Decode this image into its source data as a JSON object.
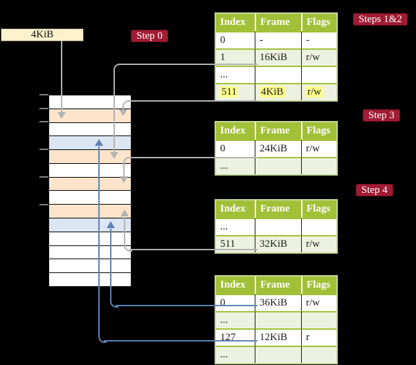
{
  "frame_box": {
    "label": "4KiB"
  },
  "badges": {
    "step0": "Step 0",
    "steps12": "Steps 1&2",
    "step3": "Step 3",
    "step4": "Step 4"
  },
  "memory": {
    "row_colors": [
      "white",
      "peach",
      "white",
      "blue",
      "peach",
      "white",
      "peach",
      "white",
      "peach",
      "blue",
      "white",
      "white",
      "white",
      "white"
    ]
  },
  "tables": [
    {
      "id": "table-steps-1-2",
      "headers": [
        "Index",
        "Frame",
        "Flags"
      ],
      "rows": [
        {
          "cells": [
            "0",
            "-",
            "-"
          ]
        },
        {
          "cells": [
            "1",
            "16KiB",
            "r/w"
          ]
        },
        {
          "cells": [
            "...",
            "",
            ""
          ]
        },
        {
          "cells": [
            "511",
            "4KiB",
            "r/w"
          ],
          "highlight": true
        }
      ]
    },
    {
      "id": "table-step-3",
      "headers": [
        "Index",
        "Frame",
        "Flags"
      ],
      "rows": [
        {
          "cells": [
            "0",
            "24KiB",
            "r/w"
          ]
        },
        {
          "cells": [
            "...",
            "",
            ""
          ]
        }
      ]
    },
    {
      "id": "table-step-4",
      "headers": [
        "Index",
        "Frame",
        "Flags"
      ],
      "rows": [
        {
          "cells": [
            "...",
            "",
            ""
          ]
        },
        {
          "cells": [
            "511",
            "32KiB",
            "r/w"
          ]
        }
      ]
    },
    {
      "id": "table-final",
      "headers": [
        "Index",
        "Frame",
        "Flags"
      ],
      "rows": [
        {
          "cells": [
            "0",
            "36KiB",
            "r/w"
          ]
        },
        {
          "cells": [
            "...",
            "",
            ""
          ]
        },
        {
          "cells": [
            "127",
            "12KiB",
            "r"
          ]
        },
        {
          "cells": [
            "...",
            "",
            ""
          ]
        }
      ]
    }
  ],
  "colors": {
    "badge_red": "#a01b33",
    "table_header_green": "#a2c037",
    "table_tint_green": "#edf2e0",
    "highlight_yellow": "#ffff8c",
    "frame_peach": "#fde4cb",
    "frame_blue": "#dbe6f2",
    "frame_box_cream": "#fcf0cd",
    "arrow_gray": "#b3b3b3",
    "arrow_blue": "#5e82b6"
  }
}
